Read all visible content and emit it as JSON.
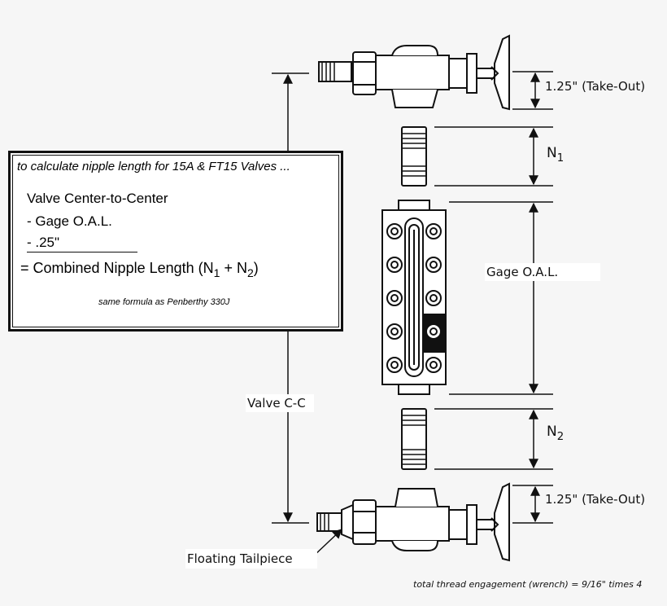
{
  "formula_box": {
    "title": "to calculate nipple length for 15A & FT15 Valves ...",
    "line1": "Valve Center-to-Center",
    "line2": "-  Gage O.A.L.",
    "line3": "-   .25\"",
    "result_prefix": "= Combined Nipple Length  (",
    "n1_letter": "N",
    "n1_sub": "1",
    "plus": " + ",
    "n2_letter": "N",
    "n2_sub": "2",
    "result_suffix": ")",
    "note": "same formula as Penberthy 330J"
  },
  "labels": {
    "takeout_top": "1.25\" (Take-Out)",
    "takeout_bottom": "1.25\" (Take-Out)",
    "n1_letter": "N",
    "n1_sub": "1",
    "n2_letter": "N",
    "n2_sub": "2",
    "gage_oal": "Gage  O.A.L.",
    "valve_cc": "Valve C-C",
    "floating_tailpiece": "Floating Tailpiece",
    "footer": "total thread engagement (wrench) =  9/16\" times 4"
  }
}
